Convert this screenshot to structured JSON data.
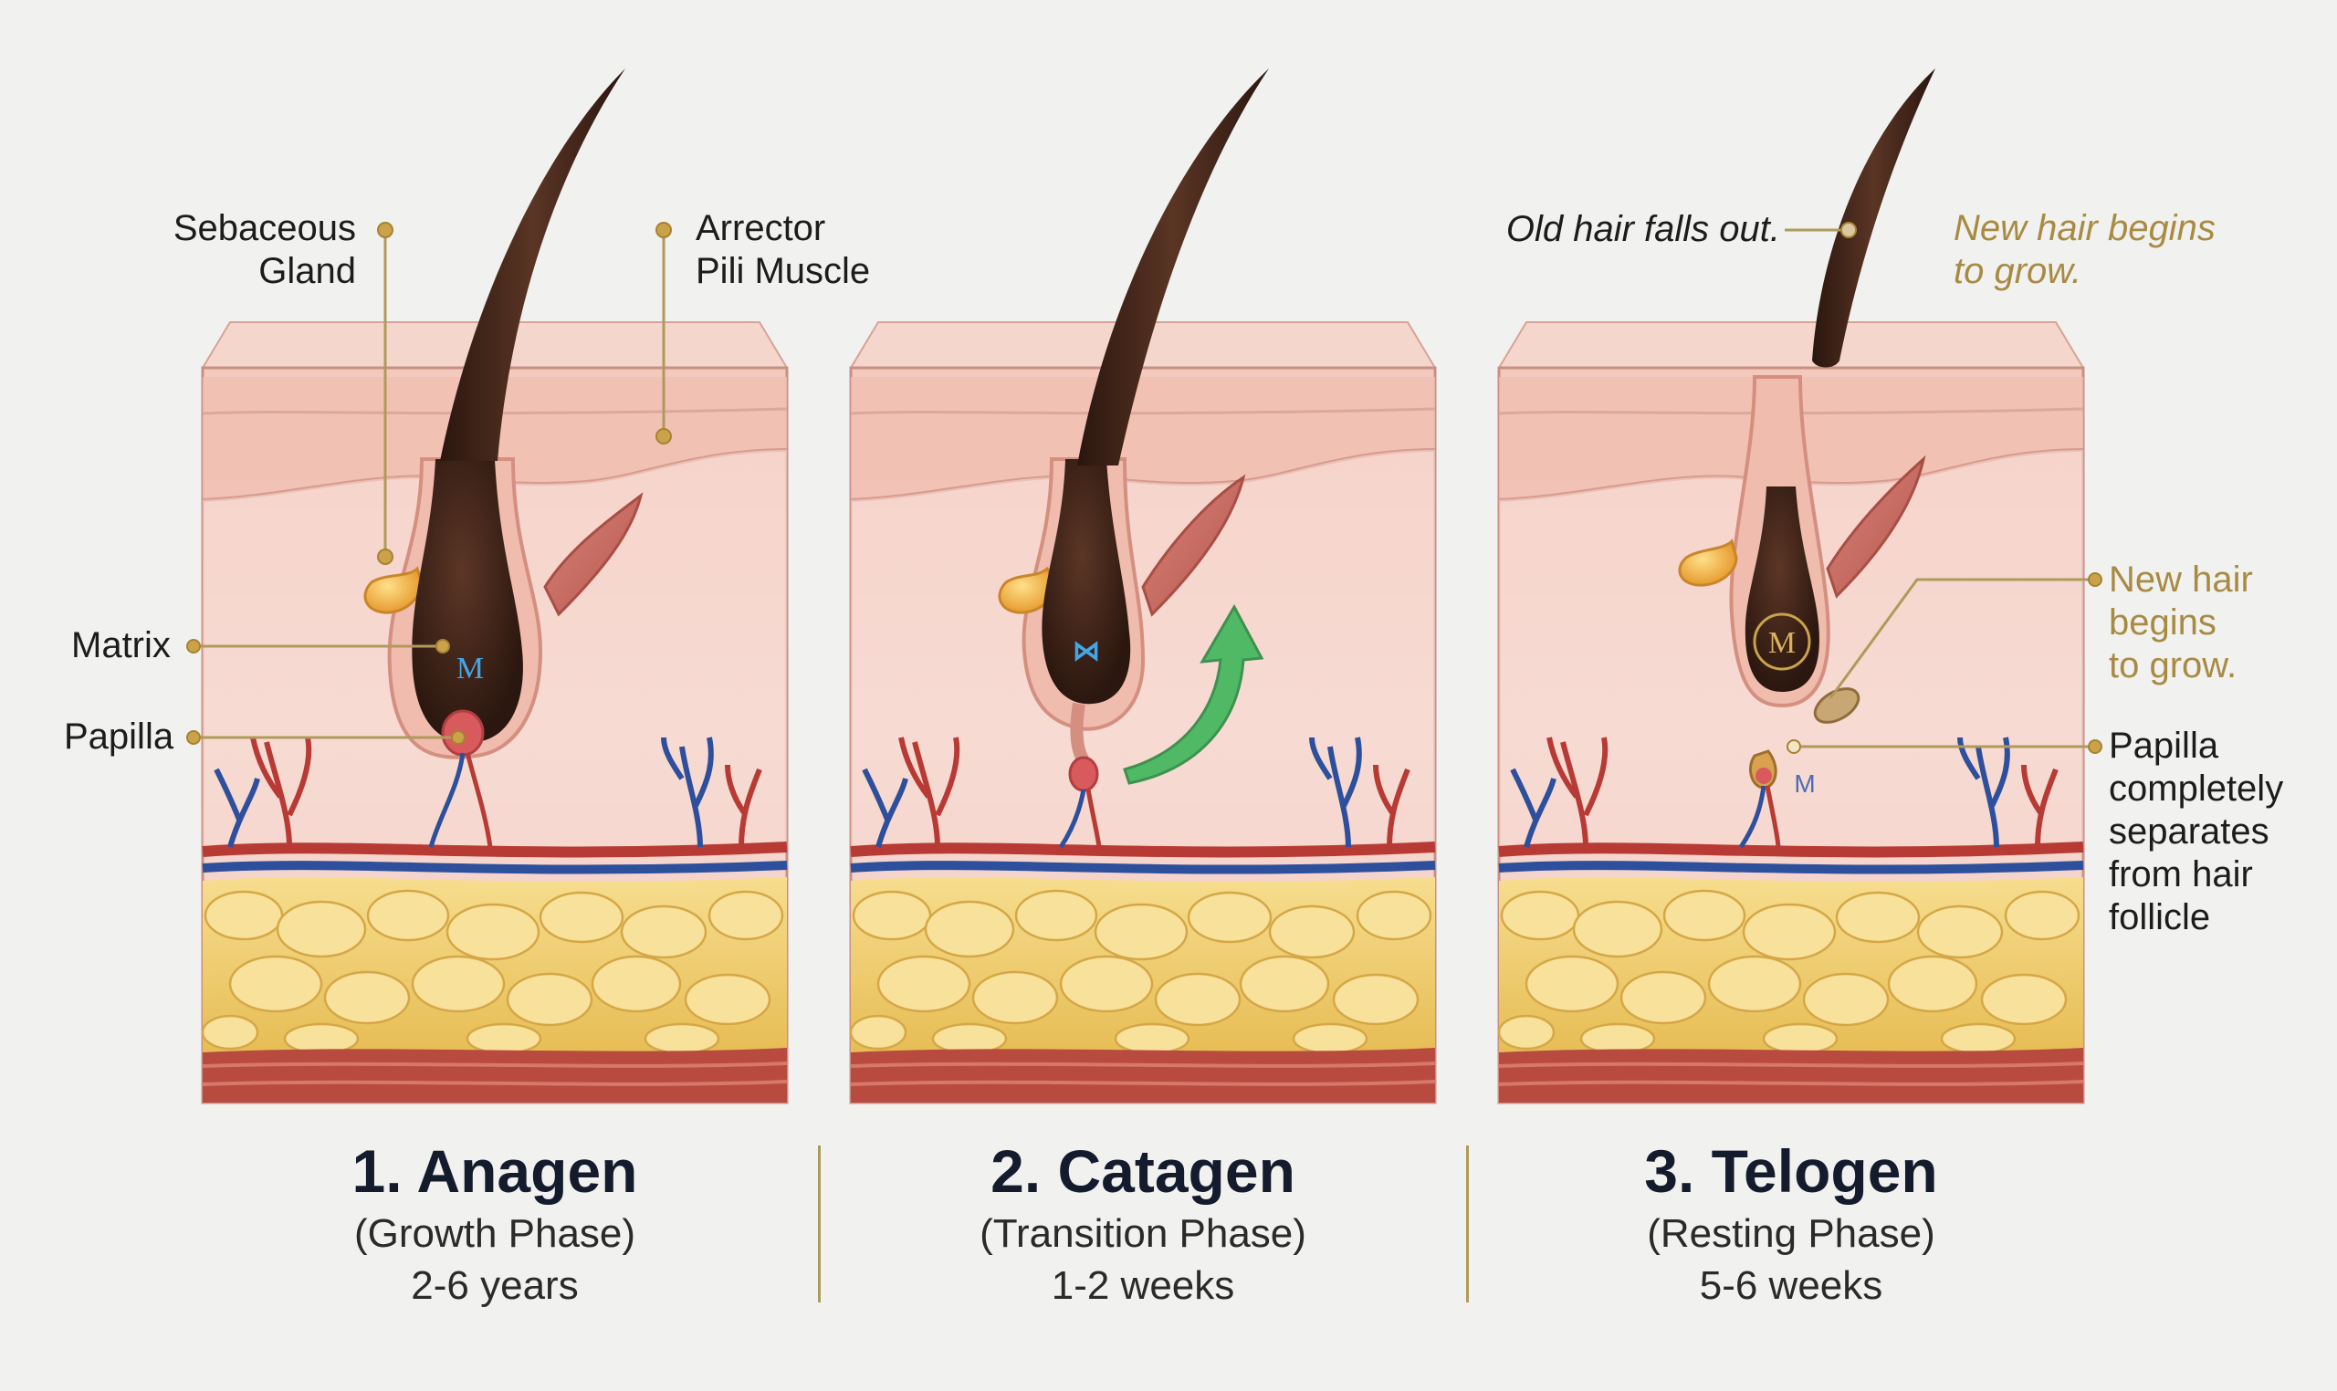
{
  "labels": {
    "sebaceous_gland_line1": "Sebaceous",
    "sebaceous_gland_line2": "Gland",
    "arrector_line1": "Arrector",
    "arrector_line2": "Pili Muscle",
    "matrix": "Matrix",
    "papilla": "Papilla",
    "old_hair": "Old hair falls out.",
    "new_hair_top_line1": "New hair begins",
    "new_hair_top_line2": "to grow.",
    "new_hair_right_line1": "New hair",
    "new_hair_right_line2": "begins",
    "new_hair_right_line3": "to grow.",
    "papilla_sep_line1": "Papilla",
    "papilla_sep_line2": "completely",
    "papilla_sep_line3": "separates",
    "papilla_sep_line4": "from hair",
    "papilla_sep_line5": "follicle",
    "matrix_mark_anagen": "M",
    "matrix_mark_telogen": "M",
    "club_mark": "M"
  },
  "phases": [
    {
      "title": "1. Anagen",
      "subtitle": "(Growth Phase)",
      "duration": "2-6 years"
    },
    {
      "title": "2. Catagen",
      "subtitle": "(Transition Phase)",
      "duration": "1-2 weeks"
    },
    {
      "title": "3. Telogen",
      "subtitle": "(Resting Phase)",
      "duration": "5-6 weeks"
    }
  ],
  "colors": {
    "background": "#f1f1ef",
    "skin": "#f3cdc4",
    "dermis": "#f0c2b6",
    "fat": "#f0cf6e",
    "hair": "#3a2016",
    "artery": "#b83a35",
    "vein": "#2e4f9c",
    "muscle": "#c86a5e",
    "gland": "#f2b94a",
    "callout_gold": "#b09a5b",
    "arrow_green": "#3fb65a",
    "matrix_blue": "#43a6e6"
  },
  "icons": {
    "growth_arrow": "curved-up-arrow-icon",
    "matrix_marker": "matrix-m-icon"
  }
}
